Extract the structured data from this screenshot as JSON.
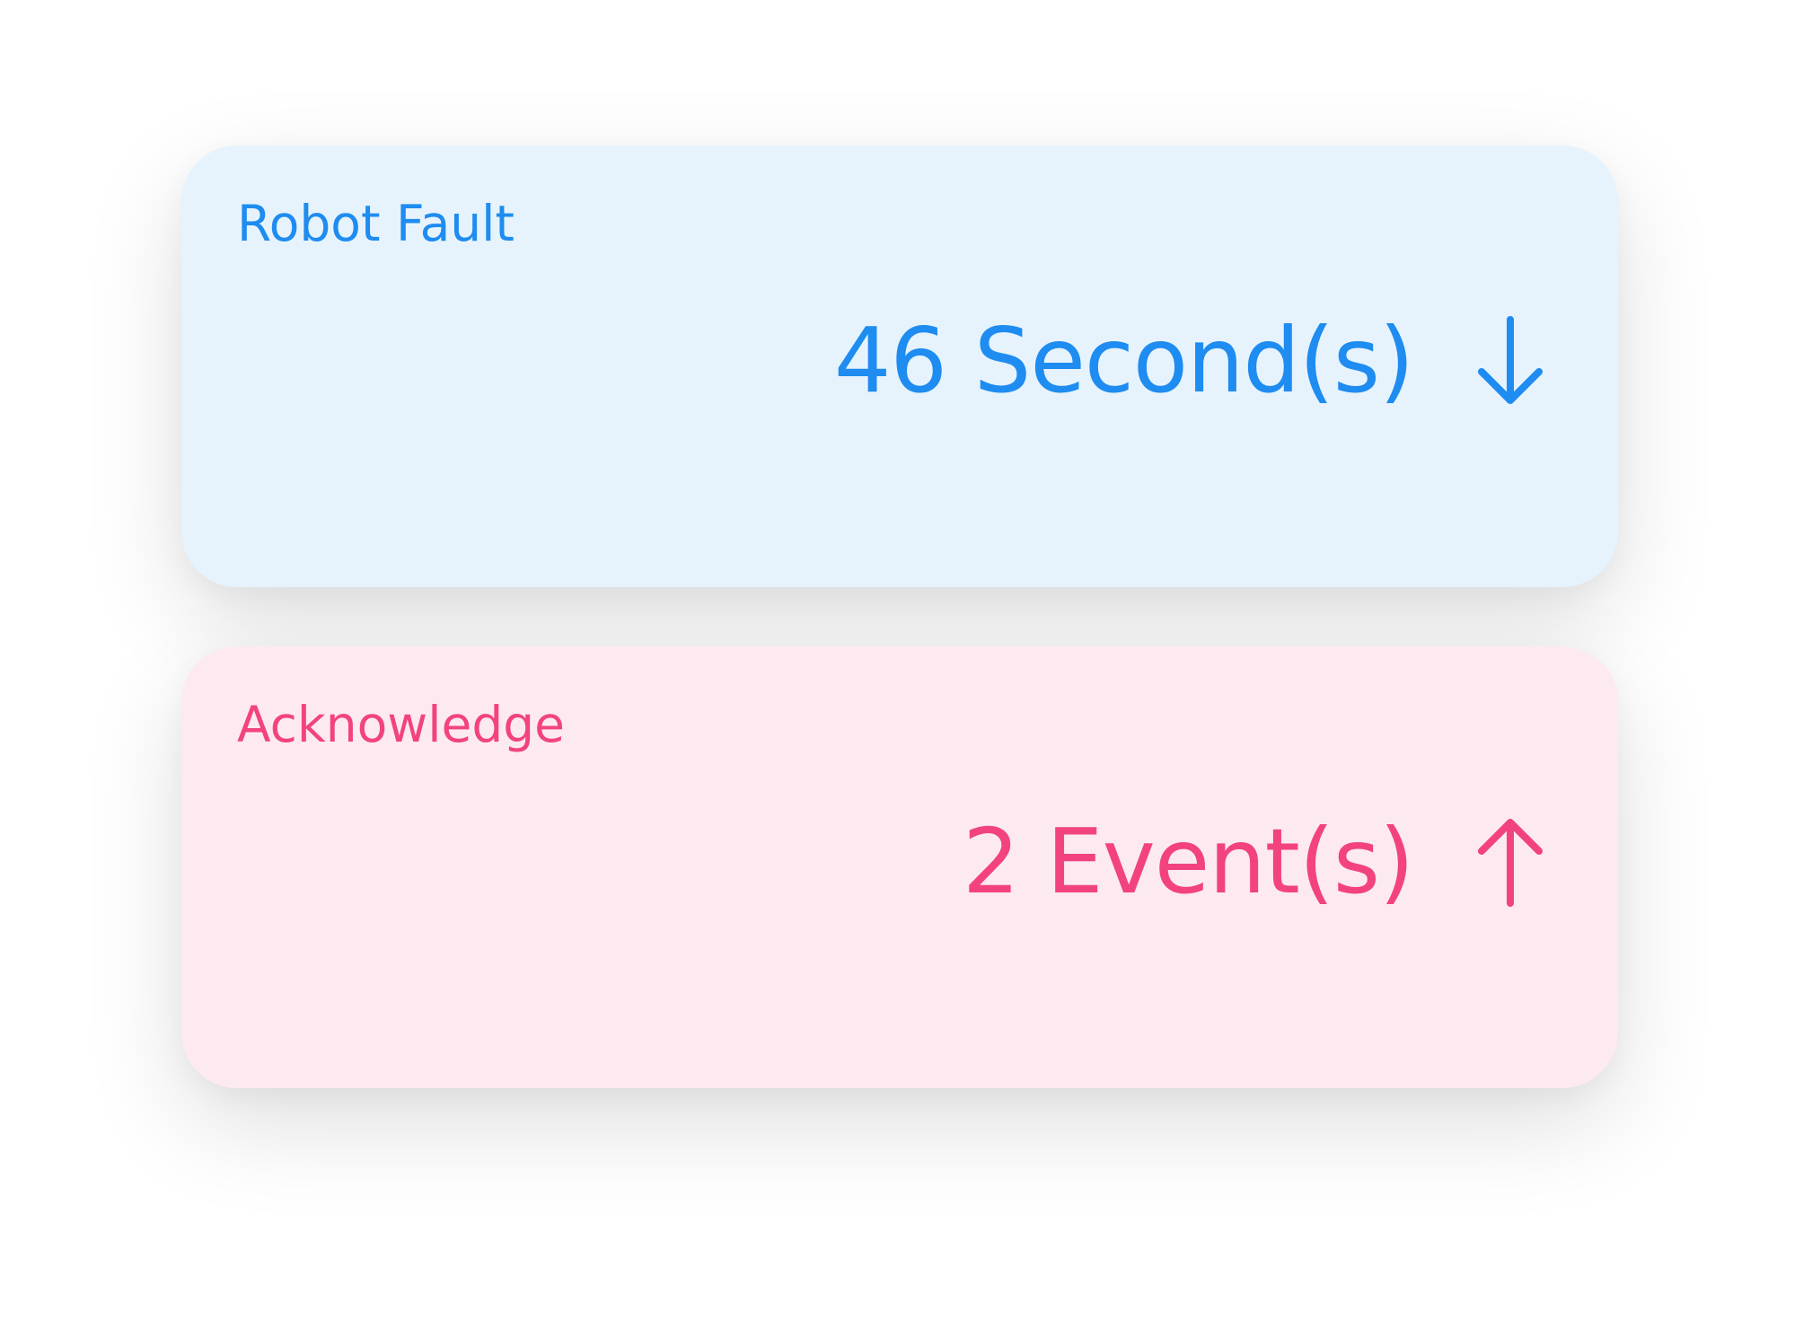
{
  "cards": [
    {
      "label": "Robot Fault",
      "value": "46 Second(s)",
      "trend_icon": "arrow-down-icon",
      "color": "#1e8cf0",
      "background": "#e6f3fd"
    },
    {
      "label": "Acknowledge",
      "value": "2 Event(s)",
      "trend_icon": "arrow-up-icon",
      "color": "#f24380",
      "background": "#fdeaf0"
    }
  ]
}
